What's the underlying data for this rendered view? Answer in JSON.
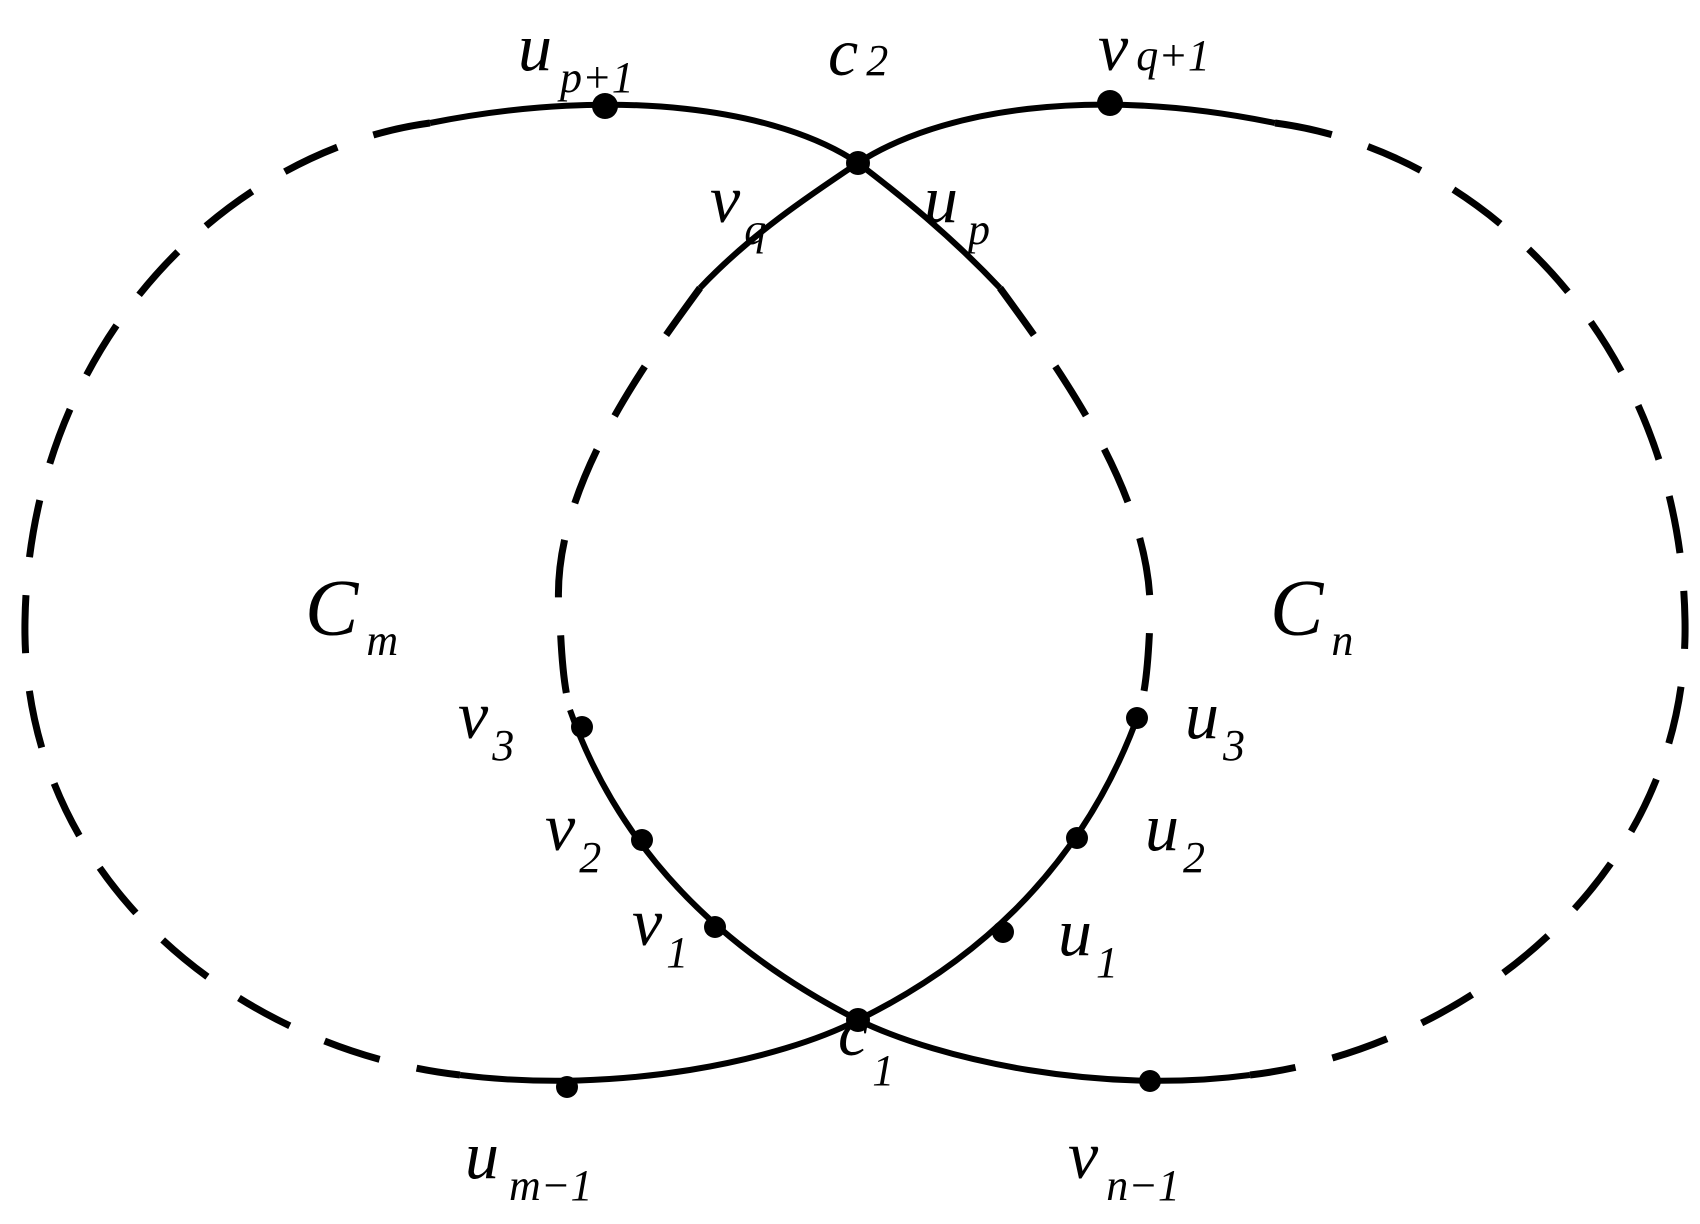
{
  "diagram": {
    "cycles": {
      "C_m": {
        "main": "C",
        "sub": "m"
      },
      "C_n": {
        "main": "C",
        "sub": "n"
      }
    },
    "vertices": {
      "c2": {
        "main": "c",
        "sub": "2"
      },
      "c1": {
        "main": "c",
        "sub": "1"
      },
      "u_p1": {
        "main": "u",
        "sub": "p+1"
      },
      "v_q1": {
        "main": "v",
        "sub": "q+1"
      },
      "v_q": {
        "main": "v",
        "sub": "q"
      },
      "u_p": {
        "main": "u",
        "sub": "p"
      },
      "v3": {
        "main": "v",
        "sub": "3"
      },
      "v2": {
        "main": "v",
        "sub": "2"
      },
      "v1": {
        "main": "v",
        "sub": "1"
      },
      "u3": {
        "main": "u",
        "sub": "3"
      },
      "u2": {
        "main": "u",
        "sub": "2"
      },
      "u1": {
        "main": "u",
        "sub": "1"
      },
      "u_m1": {
        "main": "u",
        "sub": "m−1"
      },
      "v_n1": {
        "main": "v",
        "sub": "n−1"
      }
    },
    "colors": {
      "stroke": "#000000",
      "background": "#ffffff"
    }
  }
}
